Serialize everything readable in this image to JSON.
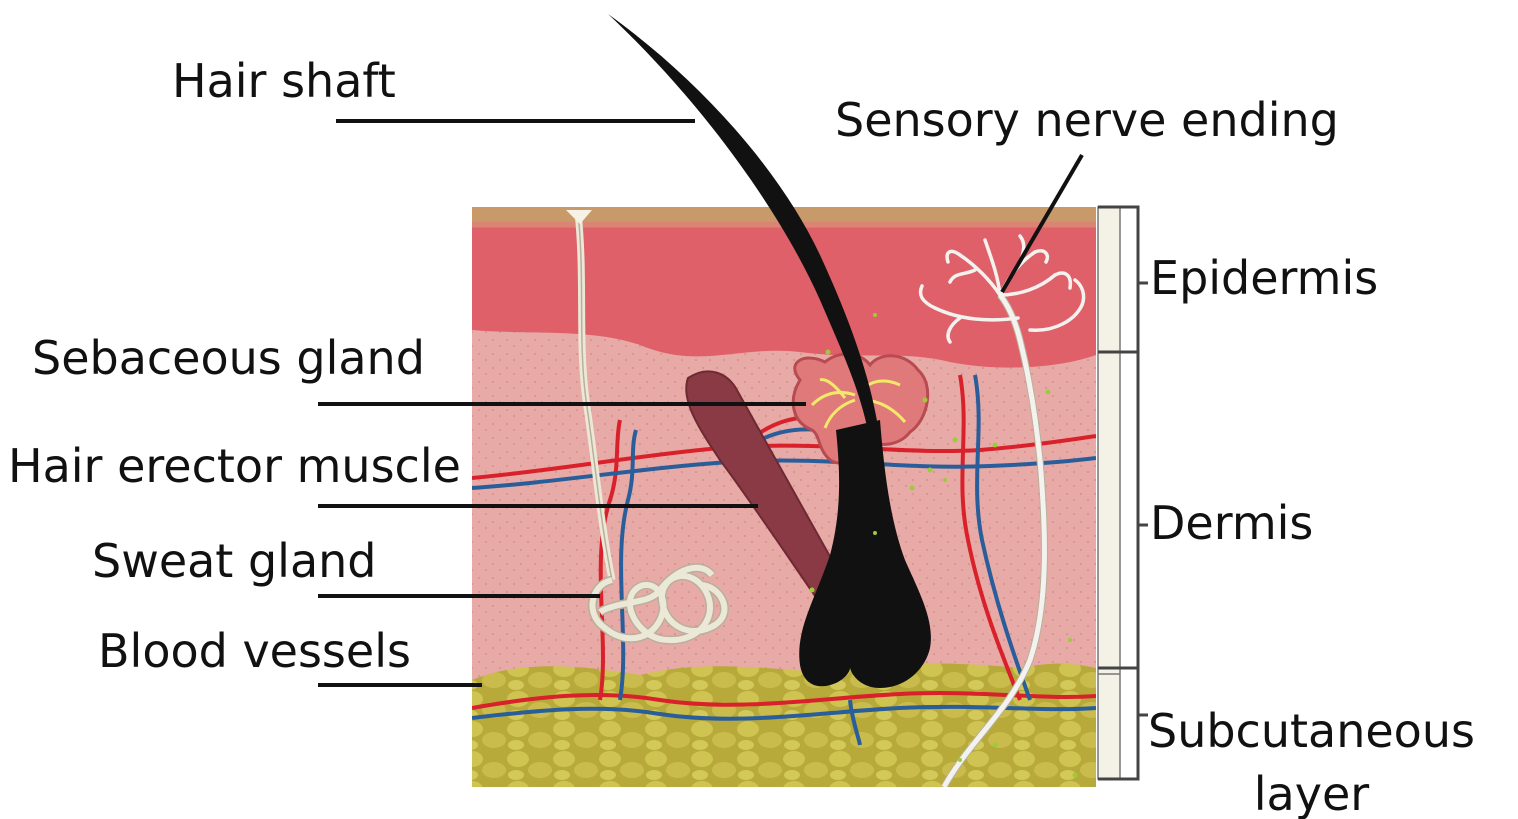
{
  "labels": {
    "hair_shaft": "Hair shaft",
    "sensory_nerve_ending": "Sensory nerve ending",
    "sebaceous_gland": "Sebaceous gland",
    "hair_erector_muscle": "Hair erector muscle",
    "sweat_gland": "Sweat gland",
    "blood_vessels": "Blood vessels",
    "epidermis": "Epidermis",
    "dermis": "Dermis",
    "subcutaneous_line1": "Subcutaneous",
    "subcutaneous_line2": "layer"
  },
  "colors": {
    "epidermis": "#e0606a",
    "surface": "#c89a6a",
    "dermis": "#e6a6a2",
    "subcutaneous": "#c4b84a",
    "hair": "#111111",
    "muscle": "#8a3a44",
    "sebaceous": "#e07a7a",
    "sebaceous_ducts": "#f2e86a",
    "artery": "#d8212a",
    "vein": "#2a5e9a",
    "nerve": "#f4f2ee",
    "sweat_gland": "#ece8d8",
    "bracket": "#555555"
  }
}
